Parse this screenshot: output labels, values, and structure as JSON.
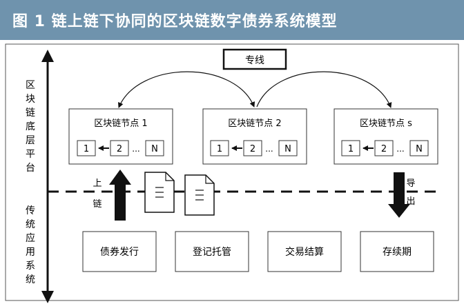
{
  "title": "图 1    链上链下协同的区块链数字债券系统模型",
  "colors": {
    "title_bg": "#6f93ad",
    "title_text": "#ffffff",
    "ink": "#111111"
  },
  "dedicated_line": "专线",
  "left_labels": {
    "top": [
      "区",
      "块",
      "链",
      "底",
      "层",
      "平",
      "台"
    ],
    "bottom": [
      "传",
      "统",
      "应",
      "用",
      "系",
      "统"
    ]
  },
  "nodes": [
    {
      "title": "区块链节点 1",
      "cells": [
        "1",
        "2",
        "...",
        "N"
      ]
    },
    {
      "title": "区块链节点 2",
      "cells": [
        "1",
        "2",
        "...",
        "N"
      ]
    },
    {
      "title": "区块链节点 s",
      "cells": [
        "1",
        "2",
        "...",
        "N"
      ]
    }
  ],
  "up_chain_label": [
    "上",
    "链"
  ],
  "export_label": [
    "导",
    "出"
  ],
  "applications": [
    "债券发行",
    "登记托管",
    "交易结算",
    "存续期"
  ]
}
